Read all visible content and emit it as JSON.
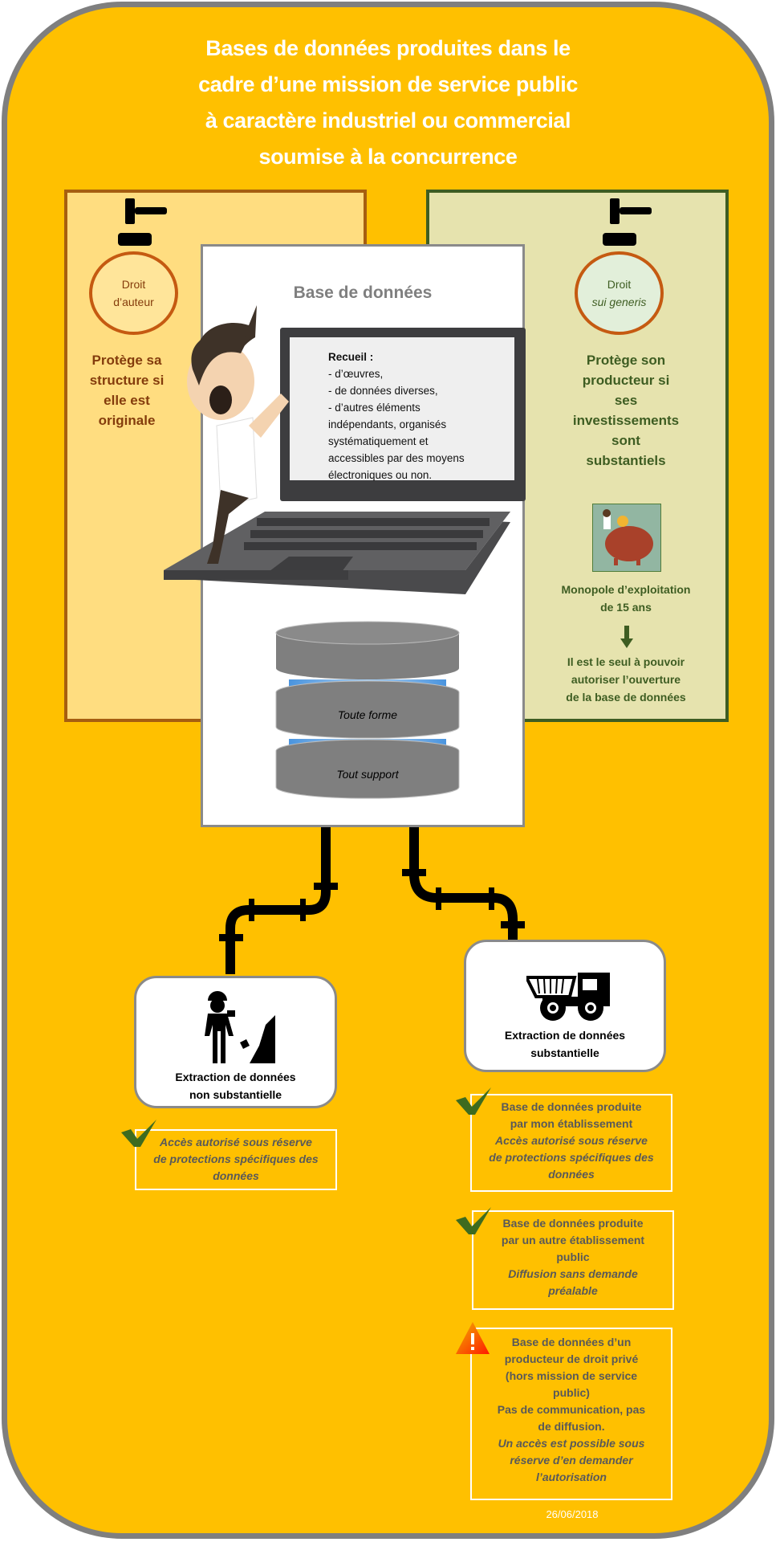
{
  "title": {
    "lines": [
      "Bases de données produites dans le",
      "cadre d’une mission de service public",
      "à caractère industriel ou commercial",
      "soumise à la concurrence"
    ]
  },
  "left_panel": {
    "circle_line1": "Droit",
    "circle_line2": "d’auteur",
    "text": [
      "Protège sa",
      "structure si",
      "elle est",
      "originale"
    ]
  },
  "right_panel": {
    "circle_line1": "Droit",
    "circle_line2": "sui generis",
    "text": [
      "Protège son",
      "producteur si",
      "ses",
      "investissements",
      "sont",
      "substantiels"
    ],
    "monopole": [
      "Monopole d’exploitation",
      "de 15 ans"
    ],
    "seul": [
      "Il est le seul à pouvoir",
      "autoriser l’ouverture",
      "de la base de données"
    ]
  },
  "center": {
    "title": "Base de données",
    "recueil_title": "Recueil :",
    "recueil_lines": [
      "- d’œuvres,",
      "- de données diverses,",
      "- d’autres éléments",
      "indépendants, organisés",
      "systématiquement et",
      "accessibles par des moyens",
      "électroniques ou non."
    ],
    "db_layer2": "Toute forme",
    "db_layer3": "Tout support"
  },
  "extraction_non": {
    "lines": [
      "Extraction de données",
      "non substantielle"
    ],
    "note": [
      "Accès autorisé sous réserve",
      "de protections spécifiques des",
      "données"
    ]
  },
  "extraction_sub": {
    "lines": [
      "Extraction de données",
      "substantielle"
    ]
  },
  "notes": [
    {
      "bold": [
        "Base de données produite",
        "par mon établissement"
      ],
      "italic": [
        "Accès autorisé sous réserve",
        "de protections spécifiques des",
        "données"
      ]
    },
    {
      "bold": [
        "Base de données produite",
        "par un autre établissement",
        "public"
      ],
      "italic": [
        "Diffusion sans demande",
        "préalable"
      ]
    },
    {
      "bold": [
        "Base de données d’un",
        "producteur de droit privé",
        "(hors mission de service",
        "public)",
        "Pas de communication, pas",
        "de diffusion."
      ],
      "italic": [
        "Un accès est possible sous",
        "réserve d’en demander",
        "l’autorisation"
      ]
    }
  ],
  "date": "26/06/2018",
  "colors": {
    "background": "#ffc000",
    "frame": "#7f7f7f",
    "left_panel": "#ffdd80",
    "right_panel": "#e6e3ae",
    "note_text": "#595959",
    "green_text": "#3e5d22",
    "brown_text": "#843c0c"
  }
}
